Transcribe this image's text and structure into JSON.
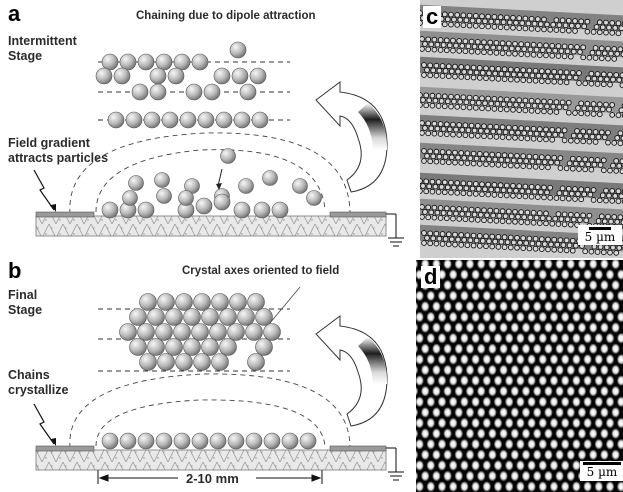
{
  "panels": {
    "a": {
      "letter": "a",
      "stage_label": [
        "Intermittent",
        "Stage"
      ],
      "top_label": "Chaining due to dipole attraction",
      "side_label": [
        "Field gradient",
        "attracts particles"
      ]
    },
    "b": {
      "letter": "b",
      "stage_label": [
        "Final",
        "Stage"
      ],
      "top_label": "Crystal axes oriented to field",
      "side_label": [
        "Chains",
        "crystallize"
      ],
      "dimension": "2-10 mm"
    },
    "c": {
      "letter": "c",
      "scale_bar": "5 µm"
    },
    "d": {
      "letter": "d",
      "scale_bar": "5 µm"
    }
  },
  "colors": {
    "particle_highlight": "#f4f4f4",
    "particle_shadow": "#6a6a6a",
    "electrode": "#9a9a9a",
    "substrate": "#e6e6e6"
  }
}
